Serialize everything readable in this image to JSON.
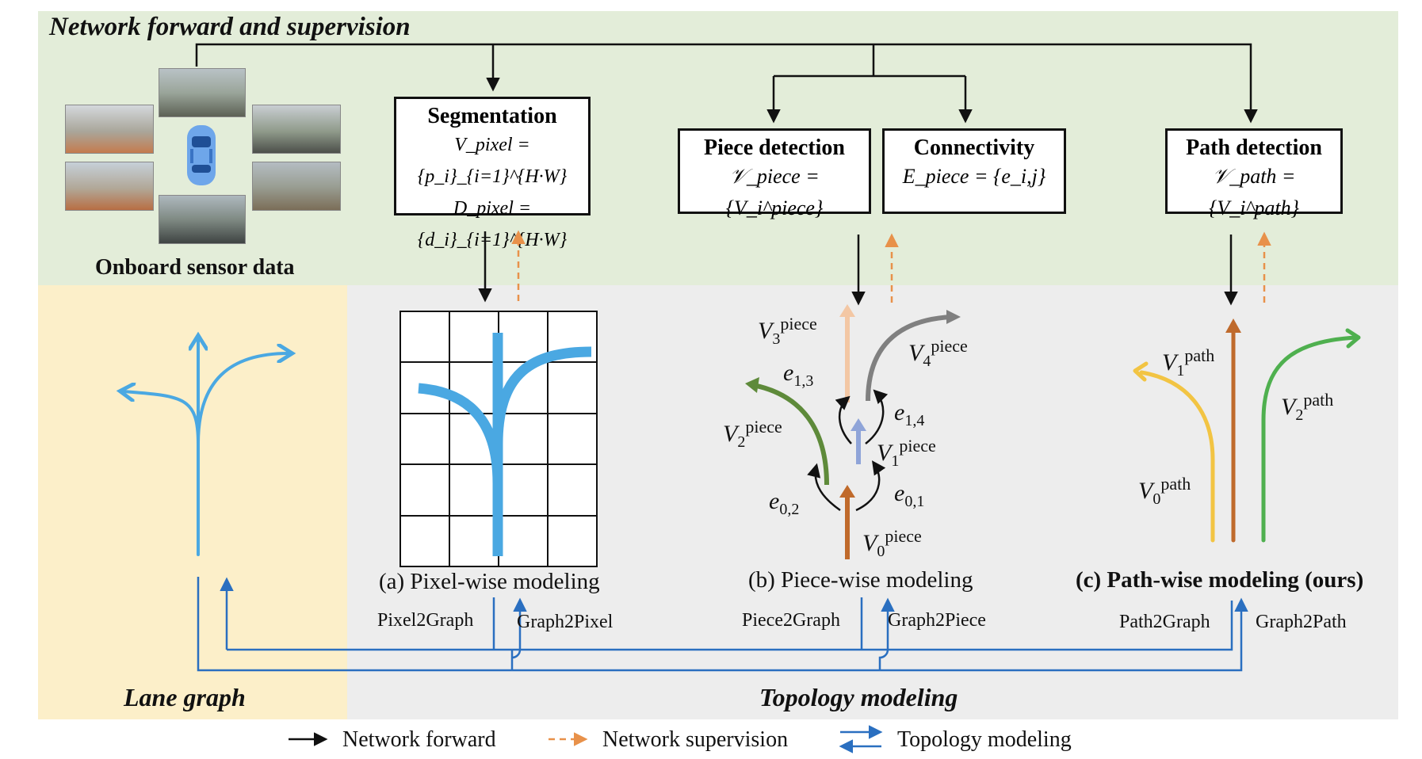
{
  "header": {
    "title": "Network forward and supervision"
  },
  "sensor": {
    "caption": "Onboard sensor data"
  },
  "boxes": {
    "segmentation": {
      "title": "Segmentation",
      "formula_1": "V_pixel = {p_i}_{i=1}^{H·W}",
      "formula_2": "D_pixel = {d_i}_{i=1}^{H·W}"
    },
    "piece_detection": {
      "title": "Piece detection",
      "formula": "𝒱_piece = {V_i^piece}"
    },
    "connectivity": {
      "title": "Connectivity",
      "formula": "E_piece = {e_i,j}"
    },
    "path_detection": {
      "title": "Path detection",
      "formula": "𝒱_path = {V_i^path}"
    }
  },
  "panels": {
    "pixel": {
      "caption": "(a) Pixel-wise modeling"
    },
    "piece": {
      "caption": "(b) Piece-wise modeling",
      "labels": {
        "v0": "V",
        "v0_sup": "piece",
        "v1": "V",
        "v1_sup": "piece",
        "v2": "V",
        "v2_sup": "piece",
        "v3": "V",
        "v3_sup": "piece",
        "v4": "V",
        "v4_sup": "piece",
        "e01": "e",
        "e01_sub": "0,1",
        "e02": "e",
        "e02_sub": "0,2",
        "e13": "e",
        "e13_sub": "1,3",
        "e14": "e",
        "e14_sub": "1,4"
      },
      "subs": {
        "v0": "0",
        "v1": "1",
        "v2": "2",
        "v3": "3",
        "v4": "4"
      }
    },
    "path": {
      "caption": "(c) Path-wise modeling (ours)",
      "labels": {
        "v0": "V",
        "v0_sub": "0",
        "v0_sup": "path",
        "v1": "V",
        "v1_sub": "1",
        "v1_sup": "path",
        "v2": "V",
        "v2_sub": "2",
        "v2_sup": "path"
      }
    }
  },
  "conversions": {
    "pixel2graph": "Pixel2Graph",
    "graph2pixel": "Graph2Pixel",
    "piece2graph": "Piece2Graph",
    "graph2piece": "Graph2Piece",
    "path2graph": "Path2Graph",
    "graph2path": "Graph2Path"
  },
  "sections": {
    "lane_graph": "Lane graph",
    "topology": "Topology modeling"
  },
  "legend": {
    "forward": "Network forward",
    "supervision": "Network supervision",
    "topology": "Topology modeling"
  },
  "colors": {
    "top_band": "#e3edd9",
    "lane_band": "#fcefc9",
    "topo_band": "#ededed",
    "lane_blue": "#4aa8e2",
    "topo_blue": "#2a6fc0",
    "supervision": "#e8914a",
    "v0_brown": "#c06a2b",
    "v1_lavender": "#8fa4d8",
    "v2_green": "#5e8a3a",
    "v3_peach": "#f3c7a4",
    "v4_gray": "#808080",
    "path_yellow": "#f2c443",
    "path_brown": "#bf6a2c",
    "path_green": "#4fb04f"
  }
}
